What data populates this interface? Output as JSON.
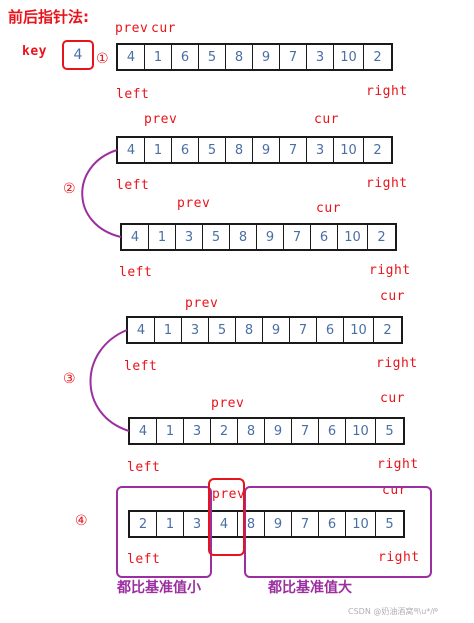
{
  "title": "前后指针法:",
  "key_label": "key",
  "key_value": "4",
  "labels": {
    "prev": "prev",
    "cur": "cur",
    "left": "left",
    "right": "right"
  },
  "steps": {
    "s1": "①",
    "s2": "②",
    "s3": "③",
    "s4": "④"
  },
  "arrays": {
    "a1": [
      "4",
      "1",
      "6",
      "5",
      "8",
      "9",
      "7",
      "3",
      "10",
      "2"
    ],
    "a2": [
      "4",
      "1",
      "6",
      "5",
      "8",
      "9",
      "7",
      "3",
      "10",
      "2"
    ],
    "a3": [
      "4",
      "1",
      "3",
      "5",
      "8",
      "9",
      "7",
      "6",
      "10",
      "2"
    ],
    "a4": [
      "4",
      "1",
      "3",
      "5",
      "8",
      "9",
      "7",
      "6",
      "10",
      "2"
    ],
    "a5": [
      "4",
      "1",
      "3",
      "2",
      "8",
      "9",
      "7",
      "6",
      "10",
      "5"
    ],
    "a6": [
      "2",
      "1",
      "3",
      "4",
      "8",
      "9",
      "7",
      "6",
      "10",
      "5"
    ]
  },
  "captions": {
    "smaller": "都比基准值小",
    "larger": "都比基准值大"
  },
  "watermark": "CSDN @奶油酒窝ᖗ\\u*/ᖘ",
  "colors": {
    "red": "#e8141b",
    "purple": "#9b2fa0",
    "number": "#4a6fa5"
  }
}
